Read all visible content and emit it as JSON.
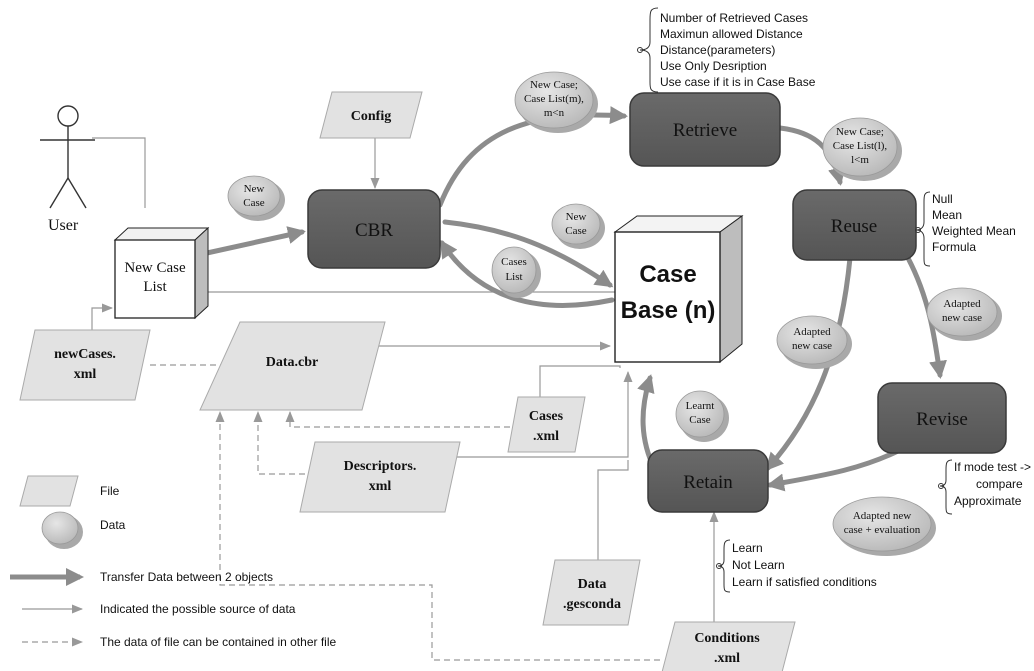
{
  "user_label": "User",
  "processes": {
    "cbr": "CBR",
    "retrieve": "Retrieve",
    "reuse": "Reuse",
    "revise": "Revise",
    "retain": "Retain"
  },
  "case_base": {
    "line1": "Case",
    "line2": "Base (n)"
  },
  "new_case_list": {
    "line1": "New Case",
    "line2": "List"
  },
  "files": {
    "config": "Config",
    "newcases": {
      "line1": "newCases.",
      "line2": "xml"
    },
    "data_cbr": "Data.cbr",
    "cases_xml": {
      "line1": "Cases",
      "line2": ".xml"
    },
    "descriptors": {
      "line1": "Descriptors.",
      "line2": "xml"
    },
    "data_gesconda": {
      "line1": "Data",
      "line2": ".gesconda"
    },
    "conditions": {
      "line1": "Conditions",
      "line2": ".xml"
    }
  },
  "data_items": {
    "new_case_cbr": {
      "line1": "New",
      "line2": "Case"
    },
    "new_case_base": {
      "line1": "New",
      "line2": "Case"
    },
    "cases_list": {
      "line1": "Cases",
      "line2": "List"
    },
    "retrieve_in": {
      "line1": "New Case;",
      "line2": "Case List(m),",
      "line3": "m<n"
    },
    "reuse_in": {
      "line1": "New Case;",
      "line2": "Case List(l),",
      "line3": "l<m"
    },
    "adapted_revise": {
      "line1": "Adapted",
      "line2": "new case"
    },
    "adapted_retain": {
      "line1": "Adapted",
      "line2": "new case"
    },
    "learnt": {
      "line1": "Learnt",
      "line2": "Case"
    },
    "adapted_eval": {
      "line1": "Adapted new",
      "line2": "case + evaluation"
    }
  },
  "notes": {
    "retrieve_params": [
      "Number of Retrieved Cases",
      "Maximun allowed Distance",
      "Distance(parameters)",
      "Use Only Desription",
      "Use case if it is in Case Base"
    ],
    "reuse_params": [
      "Null",
      "Mean",
      "Weighted Mean",
      "Formula"
    ],
    "revise_params": [
      "If mode test ->",
      "compare",
      "Approximate"
    ],
    "retain_params": [
      "Learn",
      "Not Learn",
      "Learn if satisfied conditions"
    ]
  },
  "legend": {
    "file": "File",
    "data": "Data",
    "transfer": "Transfer Data between 2 objects",
    "source": "Indicated the possible  source of data",
    "contained": "The data of file can be contained in other file"
  },
  "colors": {
    "process_fill": "#5f5f5f",
    "process_stroke": "#3a3a3a",
    "file_fill": "#e2e2e2",
    "data_fill": "#cfcfcf",
    "thick_arrow": "#8c8c8c",
    "thin_line": "#999999"
  }
}
